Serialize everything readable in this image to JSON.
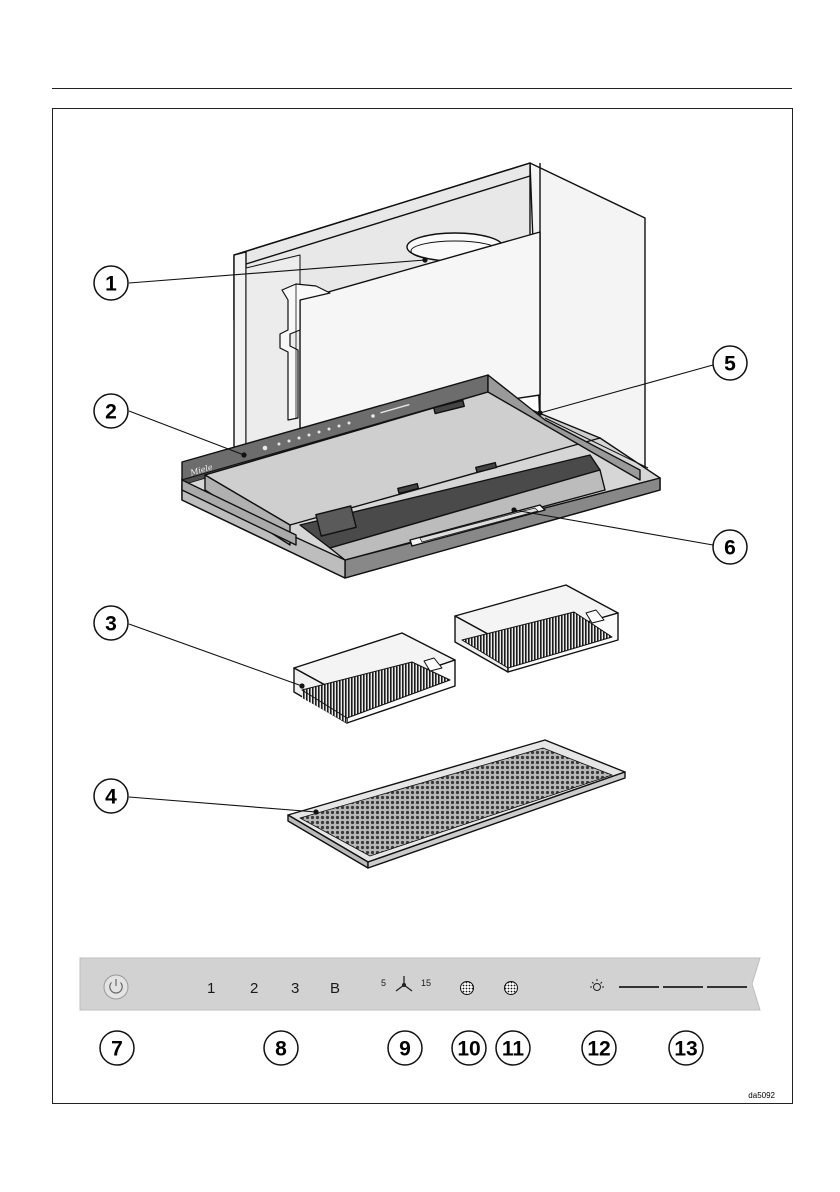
{
  "figure": {
    "image_code": "da5092"
  },
  "callouts": [
    {
      "num": "1"
    },
    {
      "num": "2"
    },
    {
      "num": "3"
    },
    {
      "num": "4"
    },
    {
      "num": "5"
    },
    {
      "num": "6"
    },
    {
      "num": "7"
    },
    {
      "num": "8"
    },
    {
      "num": "9"
    },
    {
      "num": "10"
    },
    {
      "num": "11"
    },
    {
      "num": "12"
    },
    {
      "num": "13"
    }
  ],
  "control_panel": {
    "speed_labels": [
      "1",
      "2",
      "3",
      "B"
    ],
    "timer_min": "5",
    "timer_max": "15",
    "icons": [
      "power-icon",
      "fan-icon",
      "grease-filter-icon",
      "odour-filter-icon",
      "light-icon"
    ]
  },
  "appliance": {
    "brand_text": "Miele"
  },
  "colors": {
    "line": "#111111",
    "panel_fill": "#d2d2d2",
    "cabinet_fill": "#f2f2f2",
    "hood_dark": "#6d6d6d"
  }
}
